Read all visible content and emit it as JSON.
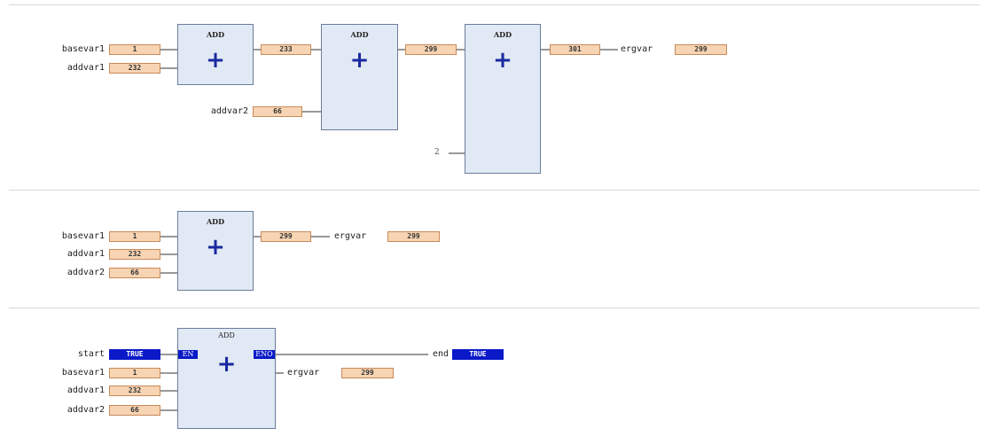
{
  "network1": {
    "inputs": [
      {
        "name": "basevar1",
        "value": "1"
      },
      {
        "name": "addvar1",
        "value": "232"
      }
    ],
    "add1": {
      "title": "ADD",
      "symbol": "+",
      "out": "233"
    },
    "add2": {
      "title": "ADD",
      "symbol": "+",
      "in_name": "addvar2",
      "in_value": "66",
      "out": "299"
    },
    "add3": {
      "title": "ADD",
      "symbol": "+",
      "const": "2",
      "out": "301"
    },
    "output": {
      "name": "ergvar",
      "value": "299"
    }
  },
  "network2": {
    "inputs": [
      {
        "name": "basevar1",
        "value": "1"
      },
      {
        "name": "addvar1",
        "value": "232"
      },
      {
        "name": "addvar2",
        "value": "66"
      }
    ],
    "add": {
      "title": "ADD",
      "symbol": "+",
      "out": "299"
    },
    "output": {
      "name": "ergvar",
      "value": "299"
    }
  },
  "network3": {
    "start": {
      "name": "start",
      "value": "TRUE"
    },
    "inputs": [
      {
        "name": "basevar1",
        "value": "1"
      },
      {
        "name": "addvar1",
        "value": "232"
      },
      {
        "name": "addvar2",
        "value": "66"
      }
    ],
    "add": {
      "title": "ADD",
      "symbol": "+",
      "en": "EN",
      "eno": "ENO"
    },
    "end": {
      "name": "end",
      "value": "TRUE"
    },
    "output": {
      "name": "ergvar",
      "value": "299"
    }
  },
  "colors": {
    "value_box": "#f7d4b3",
    "bool_box": "#0a19c8",
    "block_fill": "#e1e9f5",
    "plus": "#1a2aa0"
  }
}
